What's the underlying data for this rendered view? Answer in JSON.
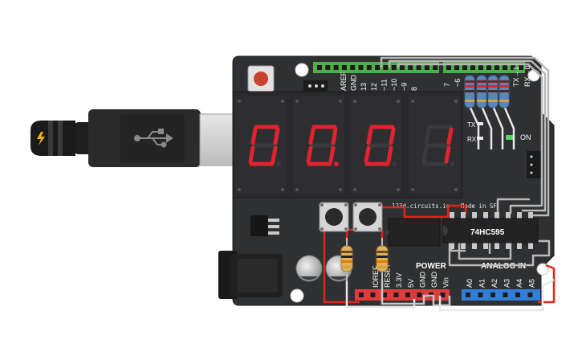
{
  "board": {
    "pin_labels_top": [
      "AREF",
      "GND",
      "13",
      "12",
      "~11",
      "~10",
      "~9",
      "8",
      "7",
      "~6",
      "TX→1",
      "RX←0"
    ],
    "power_header_labels": [
      "IOREF",
      "RESET",
      "3.3V",
      "5V",
      "GND",
      "GND",
      "Vin"
    ],
    "analog_header_labels": [
      "A0",
      "A1",
      "A2",
      "A3",
      "A4",
      "A5"
    ],
    "section_power": "POWER",
    "section_analog": "ANALOG IN",
    "on_label": "ON",
    "tx_label": "TX",
    "rx_label": "RX",
    "silkscreen": "123d.circuits.io - Made in SF",
    "chip_label": "74HC595"
  },
  "display": {
    "digits": [
      "0",
      "0",
      "0",
      "1"
    ],
    "decimal_points": [
      false,
      true,
      false,
      false
    ],
    "segment_on_color": "#e0232e",
    "segment_off_color": "#3a3a3c",
    "body_color": "#2a2a2c"
  },
  "colors": {
    "board": "#2f3032",
    "header_green": "#4cb048",
    "header_red": "#e03b3b",
    "header_blue": "#2f7fd8",
    "wire_red": "#e2231a",
    "wire_gray": "#b9b9b9",
    "wire_white": "#e8e8e8",
    "usb_gray": "#d7d7d7",
    "reset_button": "#c8432d"
  },
  "icons": [
    "usb-icon",
    "lightning-icon"
  ]
}
